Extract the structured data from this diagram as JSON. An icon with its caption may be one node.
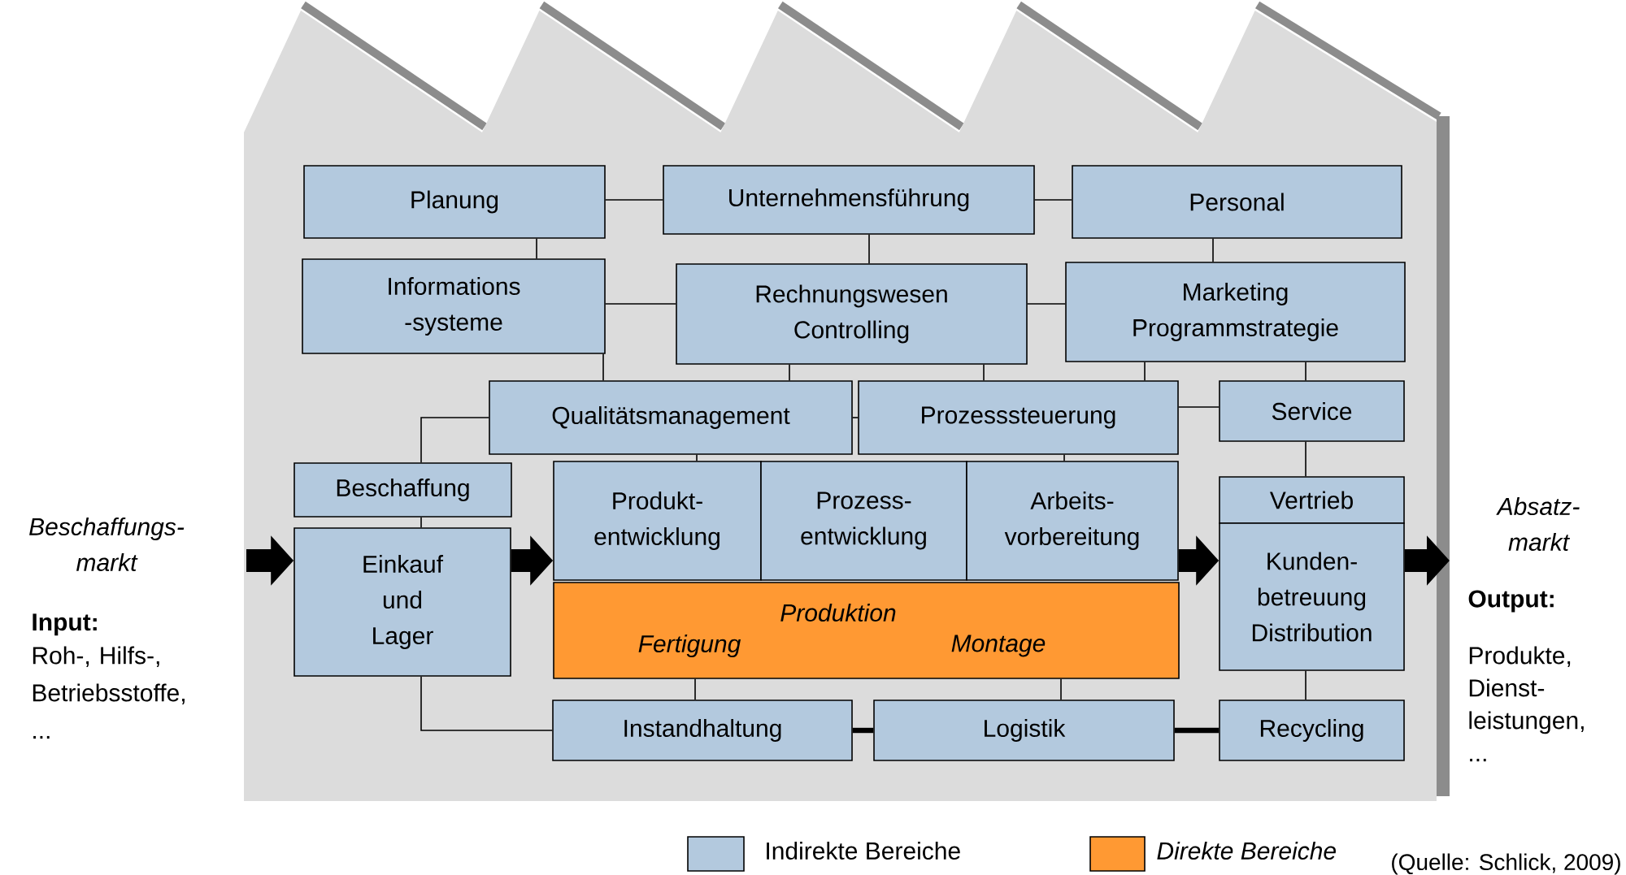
{
  "diagram": {
    "nodes": [
      {
        "text": [
          "Planung"
        ]
      },
      {
        "text": [
          "Unternehmensführung"
        ]
      },
      {
        "text": [
          "Personal"
        ]
      },
      {
        "text": [
          "Informations -systeme"
        ]
      },
      {
        "text": [
          "Rechnungswesen Controlling"
        ]
      },
      {
        "text": [
          "Marketing Programmstrategie"
        ]
      },
      {
        "text": [
          "Qualitätsmanagement"
        ]
      },
      {
        "text": [
          "Prozesssteuerung"
        ]
      },
      {
        "text": [
          "Service"
        ]
      },
      {
        "text": [
          "Beschaffung"
        ]
      },
      {
        "text": [
          "Produkt- entwicklung"
        ]
      },
      {
        "text": [
          "Prozess- entwicklung"
        ]
      },
      {
        "text": [
          "Arbeits- vorbereitung"
        ]
      },
      {
        "text": [
          "Vertrieb"
        ]
      },
      {
        "text": [
          "Beschaffungs- markt"
        ]
      },
      {
        "text": [
          "Einkauf und Lager"
        ]
      },
      {
        "text": [
          "Kunden- betreuung Distribution"
        ]
      },
      {
        "text": [
          "Absatz- markt"
        ]
      },
      {
        "text": [
          "Produktion",
          "Fertigung",
          "Montage"
        ]
      },
      {
        "text": [
          "Instandhaltung"
        ]
      },
      {
        "text": [
          "Logistik"
        ]
      },
      {
        "text": [
          "Recycling"
        ]
      }
    ],
    "edges": [
      {
        "from": 0,
        "to": 1,
        "arrow": "none"
      },
      {
        "from": 1,
        "to": 2,
        "arrow": "none"
      },
      {
        "from": 0,
        "to": 3,
        "arrow": "none"
      },
      {
        "from": 1,
        "to": 4,
        "arrow": "none"
      },
      {
        "from": 2,
        "to": 5,
        "arrow": "none"
      },
      {
        "from": 3,
        "to": 4,
        "arrow": "none"
      },
      {
        "from": 4,
        "to": 5,
        "arrow": "none"
      },
      {
        "from": 3,
        "to": 6,
        "arrow": "none"
      },
      {
        "from": 4,
        "to": 6,
        "arrow": "none"
      },
      {
        "from": 4,
        "to": 7,
        "arrow": "none"
      },
      {
        "from": 5,
        "to": 7,
        "arrow": "none"
      },
      {
        "from": 5,
        "to": 8,
        "arrow": "none"
      },
      {
        "from": 7,
        "to": 8,
        "arrow": "none"
      },
      {
        "from": 6,
        "to": 7,
        "arrow": "none"
      },
      {
        "from": 6,
        "to": 9,
        "arrow": "none"
      },
      {
        "from": 6,
        "to": 10,
        "arrow": "none"
      },
      {
        "from": 7,
        "to": 12,
        "arrow": "none"
      },
      {
        "from": 9,
        "to": 15,
        "arrow": "none"
      },
      {
        "from": 8,
        "to": 13,
        "arrow": "none"
      },
      {
        "from": null,
        "to": 15,
        "arrow": "to",
        "style": "thick"
      },
      {
        "from": 15,
        "to": 10,
        "arrow": "to",
        "style": "thick"
      },
      {
        "from": 12,
        "to": 16,
        "arrow": "to",
        "style": "thick"
      },
      {
        "from": 16,
        "to": null,
        "arrow": "to",
        "style": "thick"
      },
      {
        "from": 18,
        "to": 19,
        "arrow": "none"
      },
      {
        "from": 18,
        "to": 20,
        "arrow": "none"
      },
      {
        "from": 15,
        "to": 19,
        "arrow": "none"
      },
      {
        "from": 19,
        "to": 20,
        "arrow": "none",
        "style": "thick"
      },
      {
        "from": 20,
        "to": 21,
        "arrow": "none",
        "style": "thick"
      },
      {
        "from": 16,
        "to": 21,
        "arrow": "none"
      }
    ],
    "labels": [
      "Input:",
      "Roh-, Hilfs-, Betriebsstoffe, ...",
      "Output:",
      "Produkte, Dienst- leistungen, ...",
      "(Quelle: Schlick, 2009)"
    ],
    "legend": [
      {
        "text": "Indirekte Bereiche",
        "color": "#b3c9de"
      },
      {
        "text": "Direkte Bereiche",
        "color": "#ff9933"
      }
    ]
  }
}
